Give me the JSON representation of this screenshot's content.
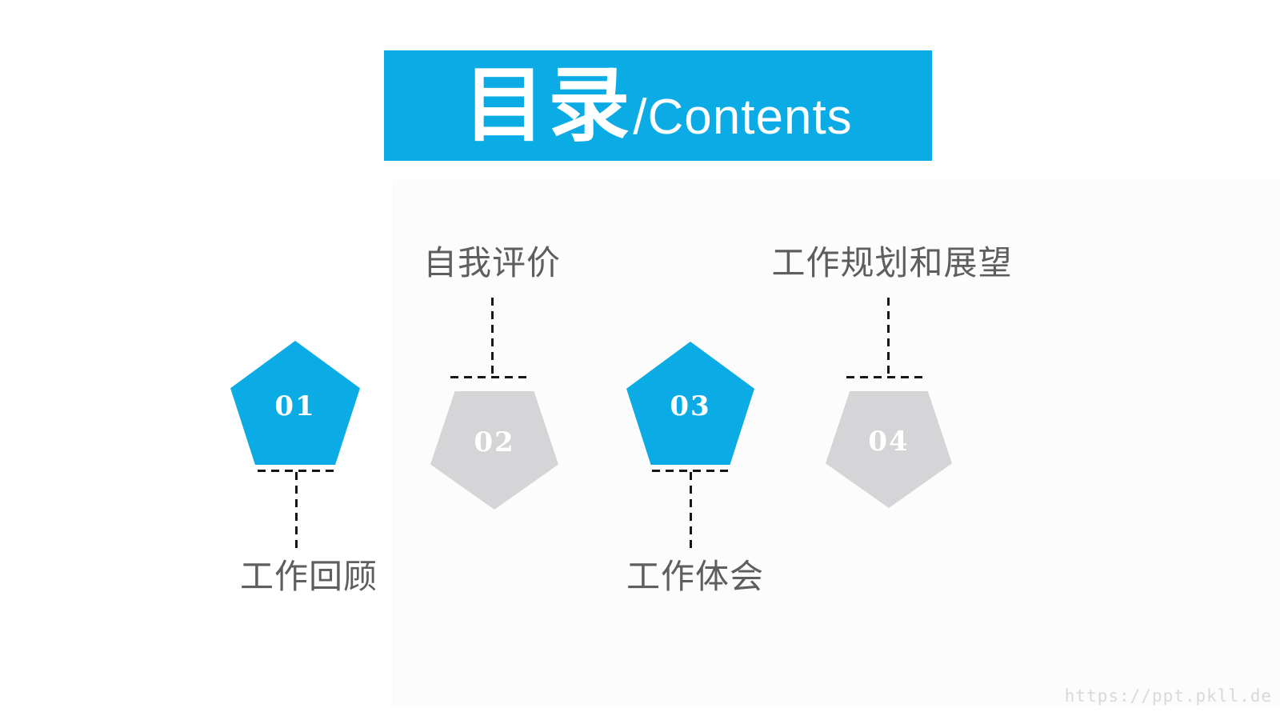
{
  "slide": {
    "background_color": "#ffffff",
    "accent_color": "#0bace6",
    "inactive_color": "#d5d5d8",
    "label_color": "#5e5e5e",
    "watermark": "https://ppt.pkll.de"
  },
  "header": {
    "title_zh": "目录",
    "title_en": "/Contents",
    "background": "#0bace6"
  },
  "items": [
    {
      "number": "01",
      "label": "工作回顾",
      "state": "active",
      "fill": "#0bace6"
    },
    {
      "number": "02",
      "label": "自我评价",
      "state": "inactive",
      "fill": "#d5d5d8"
    },
    {
      "number": "03",
      "label": "工作体会",
      "state": "active",
      "fill": "#0bace6"
    },
    {
      "number": "04",
      "label": "工作规划和展望",
      "state": "inactive",
      "fill": "#d5d5d8"
    }
  ]
}
